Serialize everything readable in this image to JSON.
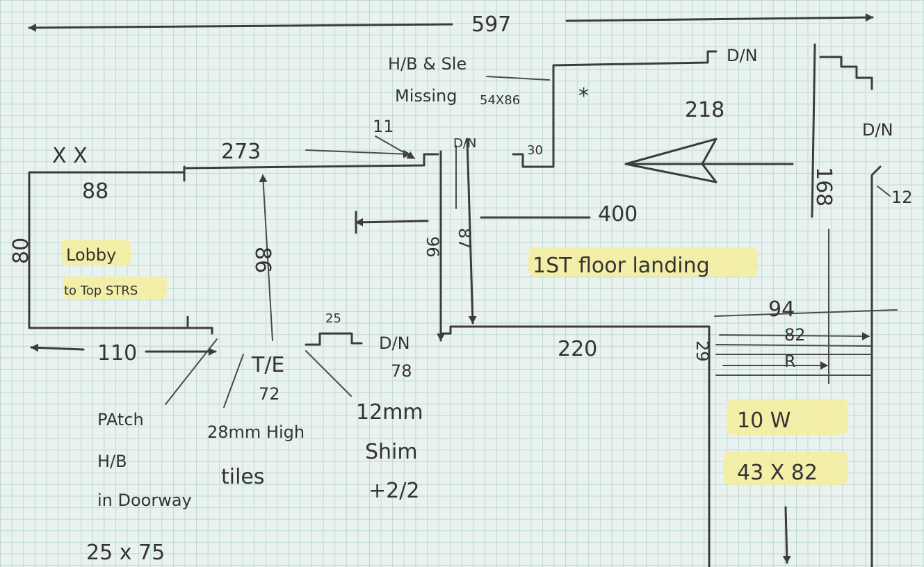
{
  "dimensions": {
    "overall": "597",
    "top_center": "273",
    "small_11": "11",
    "ne_218": "218",
    "step_30": "30",
    "dn_top": "D/N",
    "dn_right": "D/N",
    "dn_mid": "D/N",
    "dn_bottom": "D/N",
    "hb_sle": "H/B & Sle",
    "missing": "Missing",
    "size_54x86": "54X86",
    "star": "*",
    "xx": "X X",
    "lobby_88": "88",
    "lobby_80": "80",
    "v_86": "86",
    "v_96": "96",
    "v_87": "87",
    "h_400": "400",
    "v_168": "168",
    "r_12": "12",
    "b_110": "110",
    "b_25": "25",
    "b_78": "78",
    "b_220": "220",
    "b_94": "94",
    "b_82": "82",
    "b_29": "29",
    "b_R": "R",
    "te": "T/E",
    "te_72": "72"
  },
  "labels": {
    "lobby_line1": "Lobby",
    "lobby_line2": "to Top STRS",
    "landing": "1ST floor landing",
    "room": "10 W",
    "room_size": "43 X 82"
  },
  "notes": {
    "patch_1": "PAtch",
    "patch_2": "H/B",
    "patch_3": "in Doorway",
    "patch_4": "25 x 75",
    "tiles_1": "28mm High",
    "tiles_2": "tiles",
    "shim_1": "12mm",
    "shim_2": "Shim",
    "shim_3": "+2/2"
  },
  "colors": {
    "paper": "#e9f2ee",
    "grid": "#bcd8d5",
    "pencil": "#3c3c3c",
    "highlight": "#f4ef9c"
  }
}
